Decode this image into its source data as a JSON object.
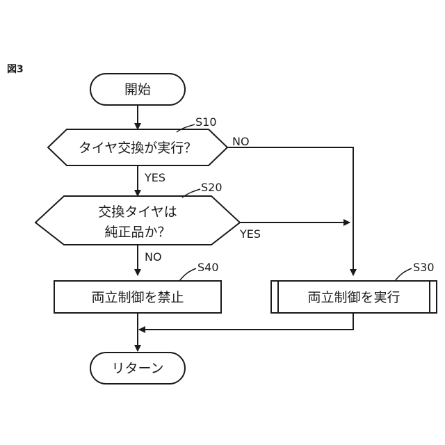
{
  "figure_label": "図3",
  "nodes": {
    "start": "開始",
    "s10": {
      "step": "S10",
      "text": "タイヤ交換が実行？"
    },
    "s20": {
      "step": "S20",
      "line1": "交換タイヤは",
      "line2": "純正品か？"
    },
    "s40": {
      "step": "S40",
      "text": "両立制御を禁止"
    },
    "s30": {
      "step": "S30",
      "text": "両立制御を実行"
    },
    "end": "リターン"
  },
  "edges": {
    "s10_no": "NO",
    "s10_yes": "YES",
    "s20_yes": "YES",
    "s20_no": "NO"
  }
}
